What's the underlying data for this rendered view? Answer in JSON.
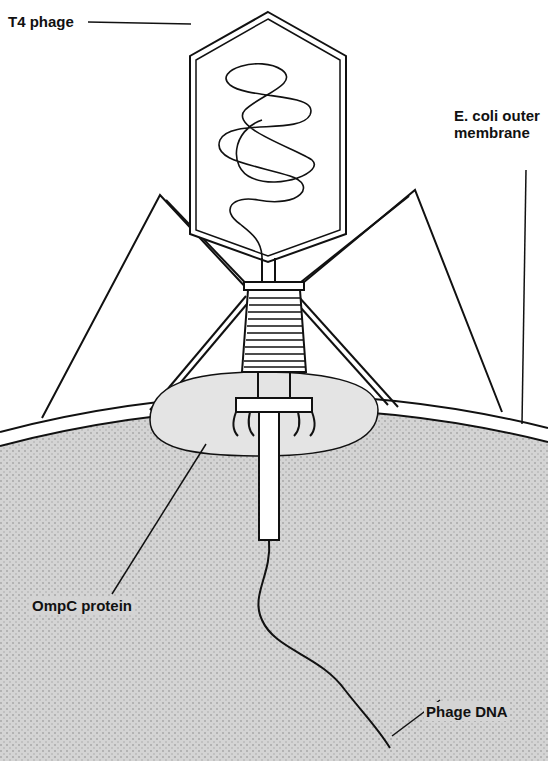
{
  "diagram": {
    "labels": [
      "T4 phage",
      "E. coli outer membrane",
      "OmpC protein",
      "Phage DNA"
    ]
  }
}
